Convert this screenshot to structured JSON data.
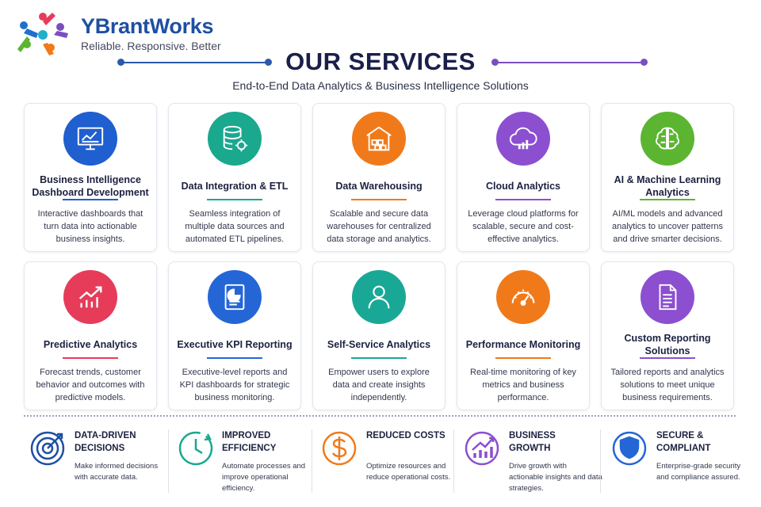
{
  "brand": {
    "name": "YBrantWorks",
    "tagline": "Reliable. Responsive. Better"
  },
  "header": {
    "title": "OUR SERVICES",
    "subtitle": "End-to-End Data Analytics & Business Intelligence Solutions"
  },
  "services": [
    {
      "title": "Business Intelligence Dashboard Development",
      "desc": "Interactive dashboards that turn data into actionable business insights.",
      "icon": "dashboard-monitor-icon",
      "color": "#1f5fcf"
    },
    {
      "title": "Data Integration & ETL",
      "desc": "Seamless integration of multiple data sources and automated ETL pipelines.",
      "icon": "database-gear-icon",
      "color": "#1aa88f"
    },
    {
      "title": "Data Warehousing",
      "desc": "Scalable and secure data warehouses for centralized data storage and analytics.",
      "icon": "warehouse-icon",
      "color": "#f07a1a"
    },
    {
      "title": "Cloud Analytics",
      "desc": "Leverage cloud platforms for scalable, secure and cost-effective analytics.",
      "icon": "cloud-chart-icon",
      "color": "#8c4fd0"
    },
    {
      "title": "AI & Machine Learning Analytics",
      "desc": "AI/ML models and advanced analytics to uncover patterns and drive smarter decisions.",
      "icon": "brain-circuit-icon",
      "color": "#5cb531"
    },
    {
      "title": "Predictive Analytics",
      "desc": "Forecast trends, customer behavior and outcomes with predictive models.",
      "icon": "trend-up-chart-icon",
      "color": "#e63c5a"
    },
    {
      "title": "Executive KPI Reporting",
      "desc": "Executive-level reports and KPI dashboards for strategic business monitoring.",
      "icon": "report-document-icon",
      "color": "#2566d6"
    },
    {
      "title": "Self-Service Analytics",
      "desc": "Empower users to explore data and create insights independently.",
      "icon": "user-icon",
      "color": "#1aa896"
    },
    {
      "title": "Performance Monitoring",
      "desc": "Real-time monitoring of key metrics and business performance.",
      "icon": "speedometer-icon",
      "color": "#f07a1a"
    },
    {
      "title": "Custom Reporting Solutions",
      "desc": "Tailored reports and analytics solutions to meet unique business requirements.",
      "icon": "document-lines-icon",
      "color": "#8c4fd0"
    }
  ],
  "benefits": [
    {
      "title": "DATA-DRIVEN DECISIONS",
      "desc": "Make informed decisions with accurate data.",
      "icon": "target-icon",
      "color": "#1f4fa3"
    },
    {
      "title": "IMPROVED EFFICIENCY",
      "desc": "Automate processes and improve operational efficiency.",
      "icon": "clock-icon",
      "color": "#1aa88f"
    },
    {
      "title": "REDUCED COSTS",
      "desc": "Optimize resources and reduce operational costs.",
      "icon": "dollar-icon",
      "color": "#f07a1a"
    },
    {
      "title": "BUSINESS GROWTH",
      "desc": "Drive growth with actionable insights and data strategies.",
      "icon": "growth-chart-icon",
      "color": "#8c4fd0"
    },
    {
      "title": "SECURE & COMPLIANT",
      "desc": "Enterprise-grade security and compliance assured.",
      "icon": "shield-icon",
      "color": "#2566d6"
    }
  ]
}
